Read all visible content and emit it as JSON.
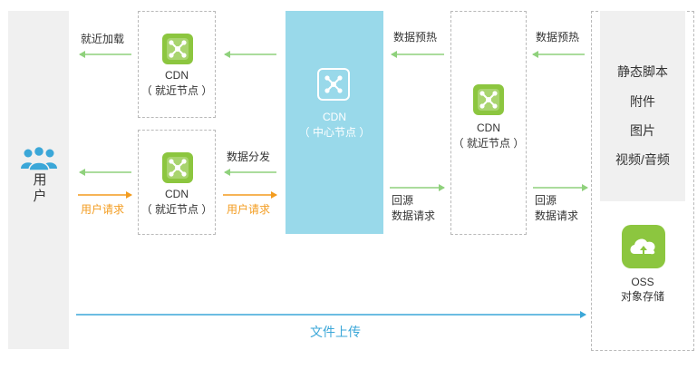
{
  "user": {
    "label_line1": "用",
    "label_line2": "户",
    "icon": "users-icon"
  },
  "nodes": {
    "edge_top": {
      "line1": "CDN",
      "line2": "（ 就近节点 ）",
      "icon": "cdn-network-icon"
    },
    "edge_bottom": {
      "line1": "CDN",
      "line2": "（ 就近节点 ）",
      "icon": "cdn-network-icon"
    },
    "center": {
      "line1": "CDN",
      "line2": "（ 中心节点 ）",
      "icon": "cdn-network-icon"
    },
    "edge_right": {
      "line1": "CDN",
      "line2": "（ 就近节点 ）",
      "icon": "cdn-network-icon"
    }
  },
  "flows": {
    "nearby_load": "就近加载",
    "user_request_1": "用户请求",
    "user_request_2": "用户请求",
    "data_distribute": "数据分发",
    "data_preheat_1": "数据预热",
    "data_preheat_2": "数据预热",
    "origin_1_line1": "回源",
    "origin_1_line2": "数据请求",
    "origin_2_line1": "回源",
    "origin_2_line2": "数据请求",
    "file_upload": "文件上传"
  },
  "oss": {
    "items": [
      "静态脚本",
      "附件",
      "图片",
      "视频/音频"
    ],
    "label_line1": "OSS",
    "label_line2": "对象存储",
    "icon": "oss-storage-icon"
  },
  "colors": {
    "green_arrow": "#8fd17c",
    "orange_arrow": "#f39c1f",
    "blue_arrow": "#3ba7d8",
    "center_fill": "#99d9ea",
    "icon_green": "#8cc63f",
    "user_blue": "#3ba7d8"
  }
}
